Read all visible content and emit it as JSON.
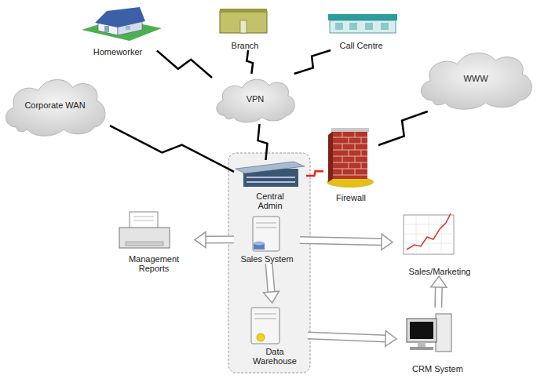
{
  "diagram": {
    "nodes": [
      {
        "text": [
          "Homeworker"
        ]
      },
      {
        "text": [
          "Branch"
        ]
      },
      {
        "text": [
          "Call Centre"
        ]
      },
      {
        "text": [
          "WWW"
        ]
      },
      {
        "text": [
          "Corporate WAN"
        ]
      },
      {
        "text": [
          "VPN"
        ]
      },
      {
        "text": [
          "Firewall"
        ]
      },
      {
        "text": [
          "Central Admin"
        ]
      },
      {
        "text": [
          "Management Reports"
        ]
      },
      {
        "text": [
          "Sales System"
        ]
      },
      {
        "text": [
          "Sales/Marketing"
        ]
      },
      {
        "text": [
          "Data Warehouse"
        ]
      },
      {
        "text": [
          "CRM System"
        ]
      }
    ],
    "edges": [
      {
        "from": 0,
        "to": 5,
        "arrow": "none"
      },
      {
        "from": 1,
        "to": 5,
        "arrow": "none"
      },
      {
        "from": 2,
        "to": 5,
        "arrow": "none"
      },
      {
        "from": 4,
        "to": 7,
        "arrow": "none"
      },
      {
        "from": 5,
        "to": 7,
        "arrow": "none"
      },
      {
        "from": 7,
        "to": 6,
        "arrow": "none"
      },
      {
        "from": 6,
        "to": 3,
        "arrow": "none"
      },
      {
        "from": 9,
        "to": 8,
        "arrow": "to"
      },
      {
        "from": 9,
        "to": 10,
        "arrow": "to"
      },
      {
        "from": 9,
        "to": 11,
        "arrow": "to"
      },
      {
        "from": 11,
        "to": 12,
        "arrow": "to"
      },
      {
        "from": 12,
        "to": 10,
        "arrow": "to"
      }
    ]
  }
}
